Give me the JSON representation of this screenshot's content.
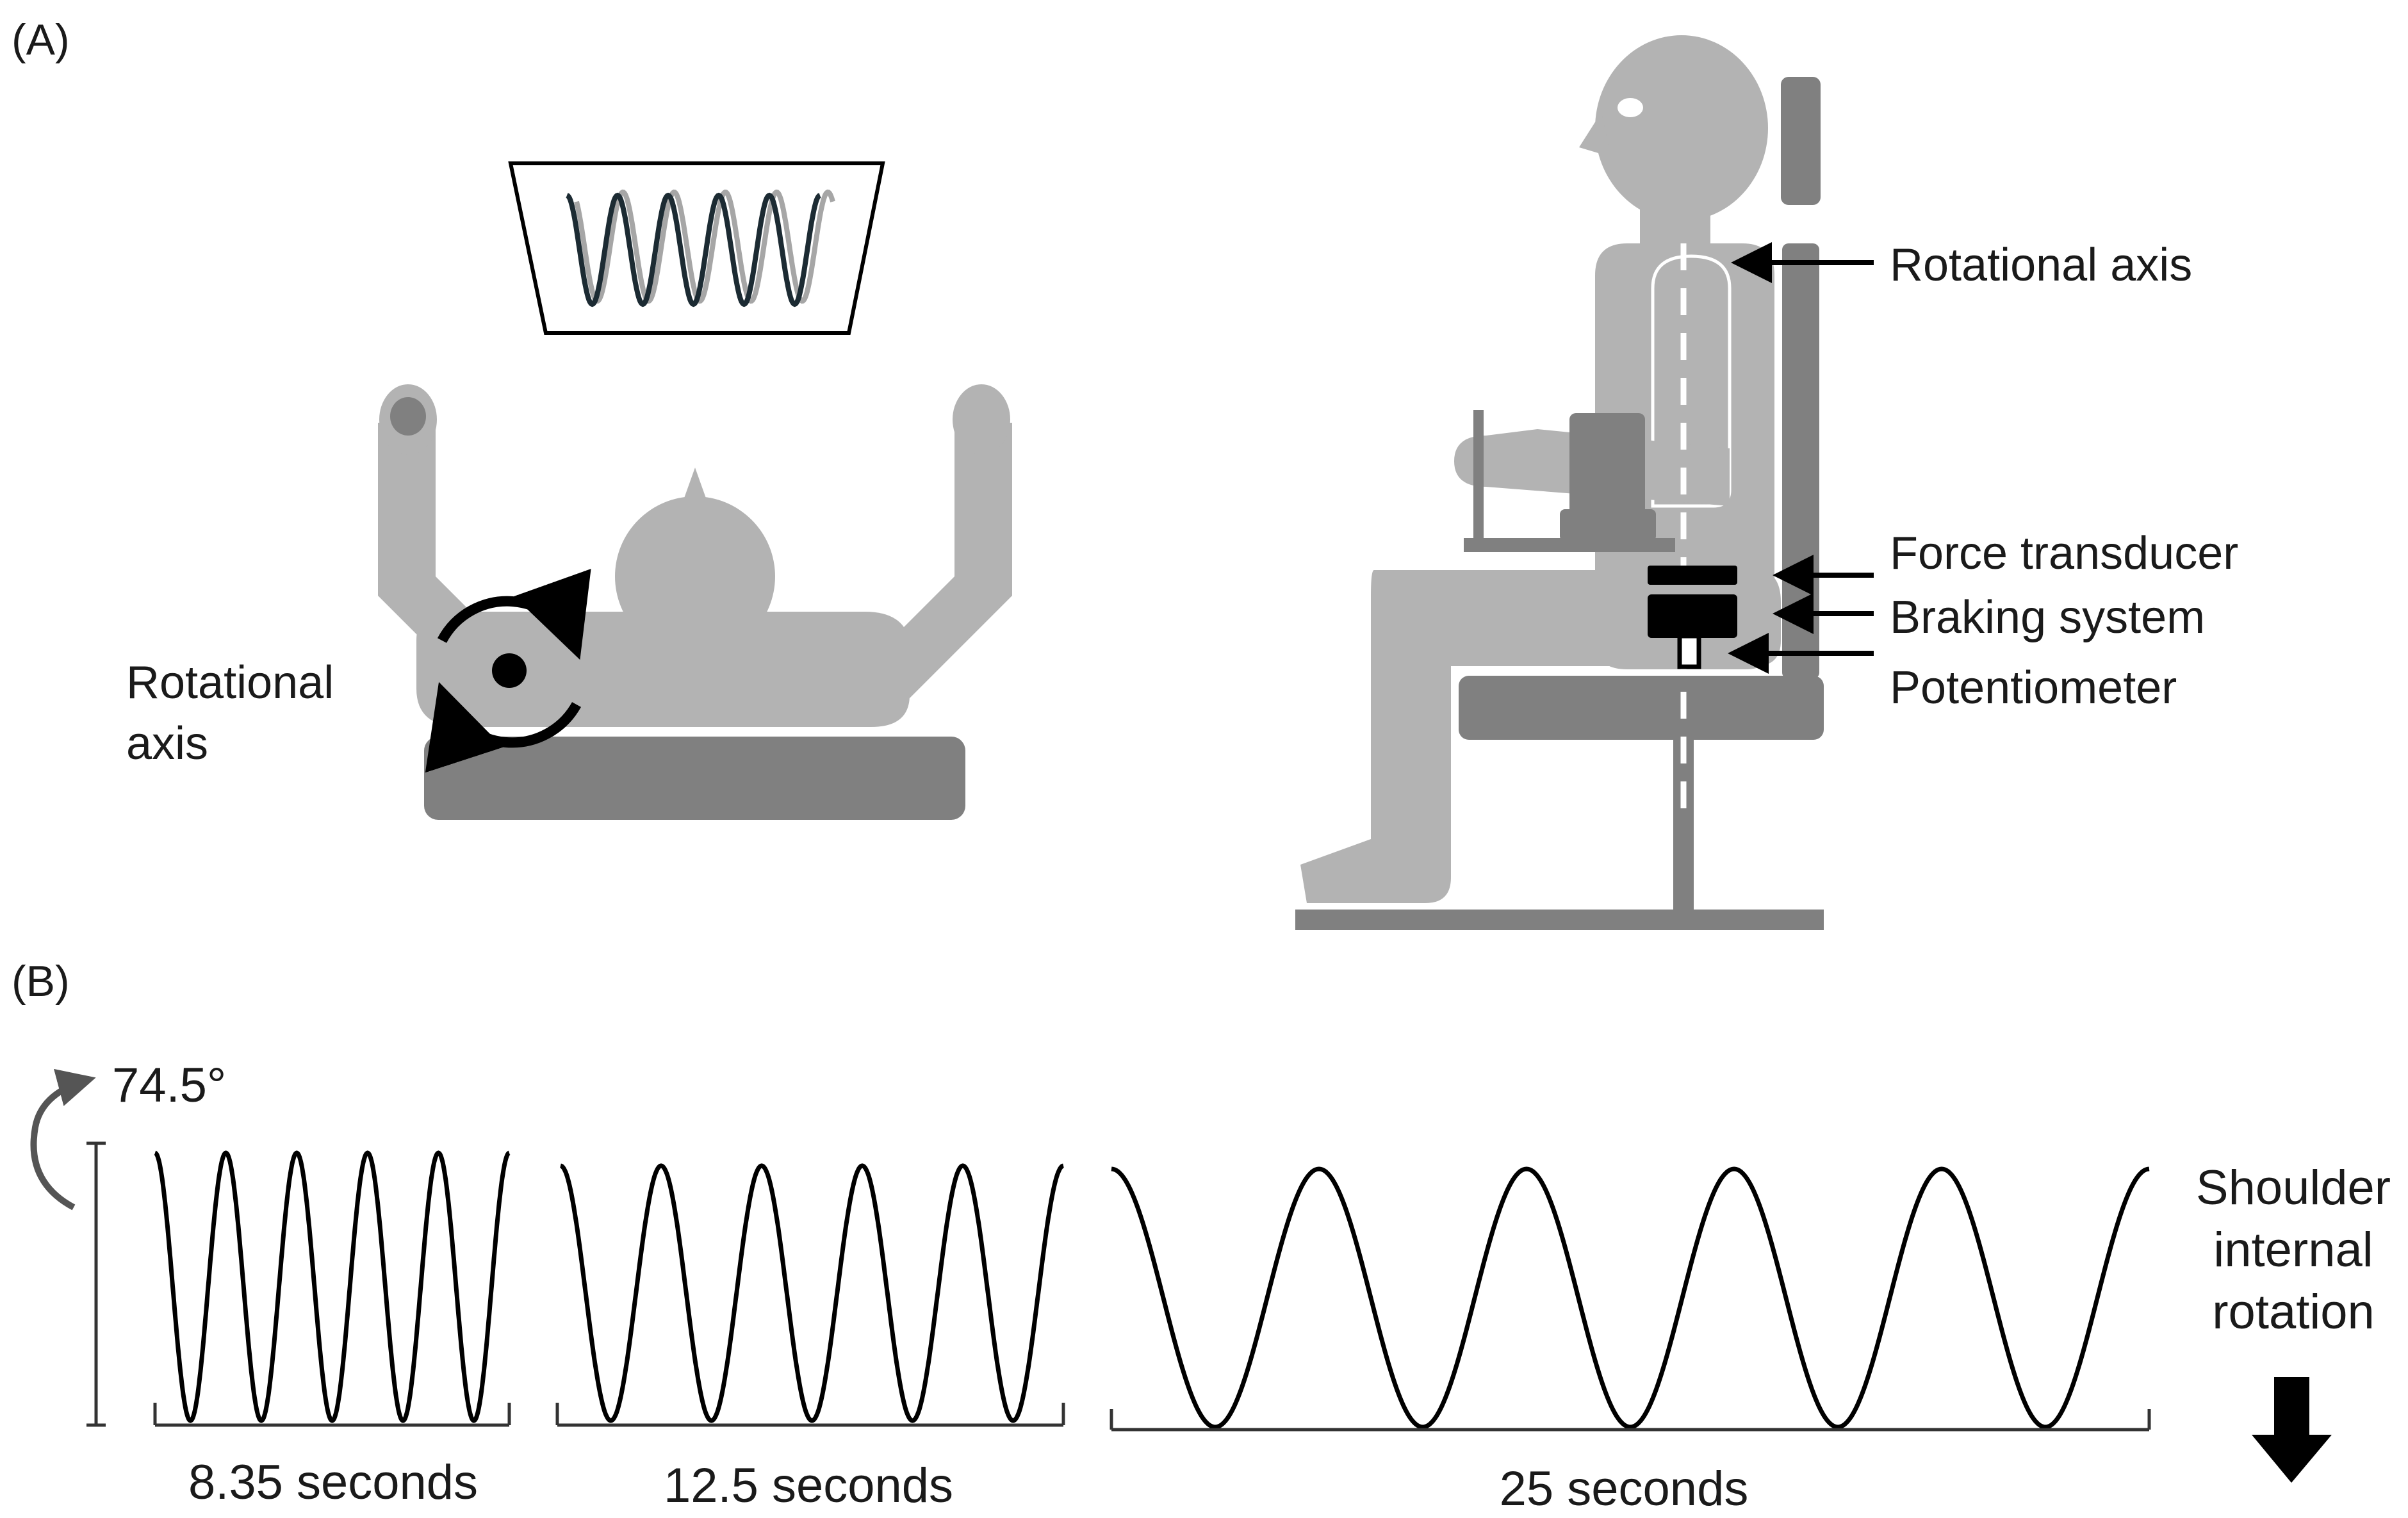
{
  "panel_a": {
    "label": "(A)",
    "top_view": {
      "rotational_axis_label": [
        "Rotational",
        "axis"
      ]
    },
    "side_view": {
      "labels": {
        "rotational_axis": "Rotational axis",
        "force_transducer": "Force transducer",
        "braking_system": "Braking system",
        "potentiometer": "Potentiometer"
      }
    }
  },
  "panel_b": {
    "label": "(B)",
    "amplitude_label": "74.5°",
    "direction_label": [
      "Shoulder",
      "internal",
      "rotation"
    ],
    "durations": [
      "8.35 seconds",
      "12.5 seconds",
      "25 seconds"
    ]
  },
  "colors": {
    "body": "#b3b3b3",
    "apparatus_dark": "#808080",
    "black": "#000000",
    "wave_target": "#a6a6a6",
    "wave_actual": "#1c2b33"
  },
  "chart_data": {
    "type": "line",
    "title": "",
    "ylabel": "74.5°",
    "series": [
      {
        "duration_label": "8.35 seconds",
        "cycles": 5
      },
      {
        "duration_label": "12.5 seconds",
        "cycles": 5
      },
      {
        "duration_label": "25 seconds",
        "cycles": 5
      }
    ]
  }
}
